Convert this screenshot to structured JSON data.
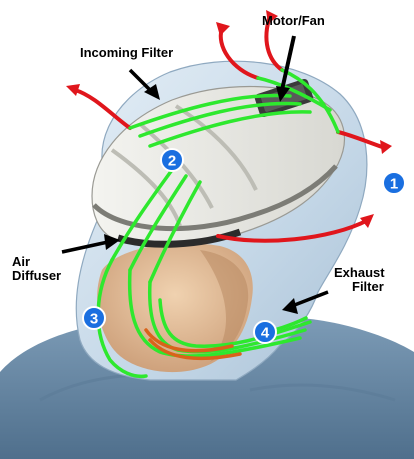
{
  "labels": {
    "motor_fan": "Motor/Fan",
    "incoming_filter": "Incoming Filter",
    "air_diffuser_line1": "Air",
    "air_diffuser_line2": "Diffuser",
    "exhaust_filter_line1": "Exhaust",
    "exhaust_filter_line2": "Filter"
  },
  "badges": [
    "1",
    "2",
    "3",
    "4"
  ],
  "colors": {
    "airflow_in": "#e0161c",
    "airflow_internal": "#2ee82e",
    "airflow_warm": "#d9631a",
    "badge_fill": "#1a6fe0",
    "hood_fabric": "#c9dbe9",
    "gown": "#6d8eaa"
  }
}
